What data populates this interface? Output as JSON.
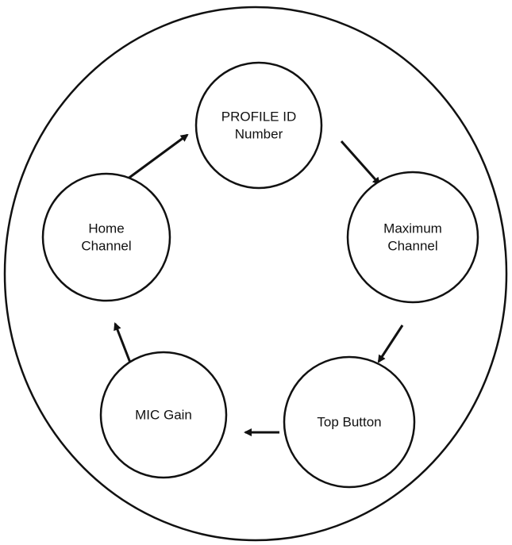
{
  "diagram": {
    "type": "cycle",
    "colors": {
      "stroke": "#111111",
      "background": "#ffffff",
      "text": "#111111"
    },
    "nodes": [
      {
        "id": "profile-id-number",
        "lines": [
          "PROFILE ID",
          "Number"
        ]
      },
      {
        "id": "maximum-channel",
        "lines": [
          "Maximum",
          "Channel"
        ]
      },
      {
        "id": "top-button",
        "lines": [
          "Top Button"
        ]
      },
      {
        "id": "mic-gain",
        "lines": [
          "MIC Gain"
        ]
      },
      {
        "id": "home-channel",
        "lines": [
          "Home",
          "Channel"
        ]
      }
    ],
    "edges": [
      {
        "from": "profile-id-number",
        "to": "maximum-channel"
      },
      {
        "from": "maximum-channel",
        "to": "top-button"
      },
      {
        "from": "top-button",
        "to": "mic-gain"
      },
      {
        "from": "mic-gain",
        "to": "home-channel"
      },
      {
        "from": "home-channel",
        "to": "profile-id-number"
      }
    ]
  }
}
